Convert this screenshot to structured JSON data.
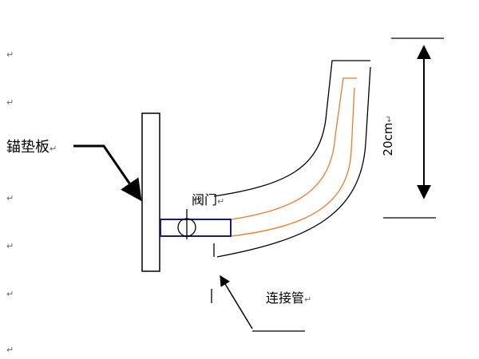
{
  "labels": {
    "anchor_plate": "锚垫板",
    "valve": "阀门",
    "pipe": "连接管",
    "dimension": "20cm"
  },
  "paragraph_mark": "↵",
  "paragraph_marks": [
    "↵",
    "↵",
    "↵",
    "↵",
    "↵",
    "↵",
    "↵"
  ],
  "colors": {
    "line": "#000000",
    "inner_pipe": "#f07828",
    "valve_body": "#1a1a7a"
  }
}
